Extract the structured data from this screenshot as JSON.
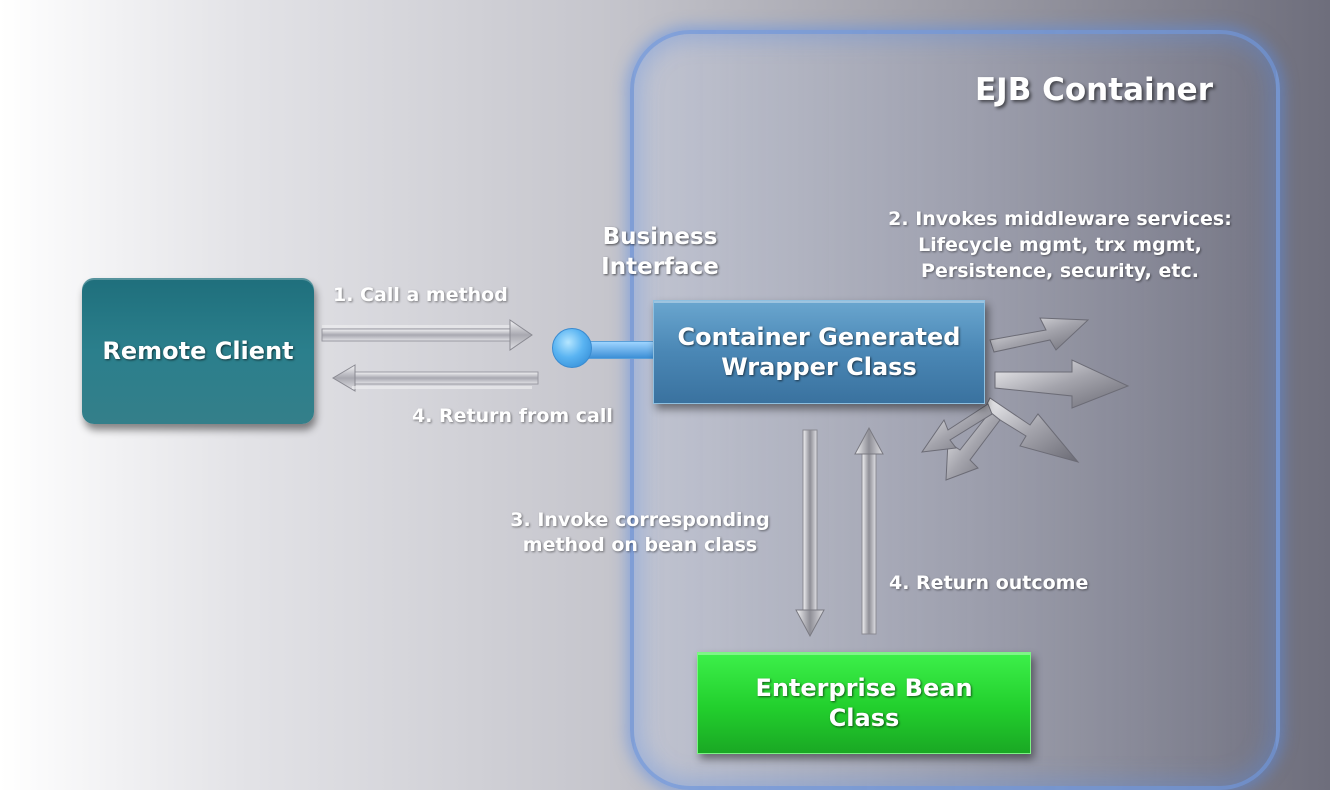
{
  "container": {
    "title": "EJB Container"
  },
  "business_interface": {
    "line1": "Business",
    "line2": "Interface"
  },
  "remote_client": {
    "label": "Remote Client"
  },
  "wrapper": {
    "line1": "Container Generated",
    "line2": "Wrapper Class"
  },
  "bean": {
    "line1": "Enterprise Bean",
    "line2": "Class"
  },
  "steps": {
    "call": "1. Call a method",
    "services_line1": "2. Invokes middleware services:",
    "services_line2": "Lifecycle mgmt, trx mgmt,",
    "services_line3": "Persistence, security, etc.",
    "invoke_line1": "3. Invoke corresponding",
    "invoke_line2": "method on bean class",
    "return_call": "4. Return from call",
    "return_outcome": "4. Return outcome"
  }
}
